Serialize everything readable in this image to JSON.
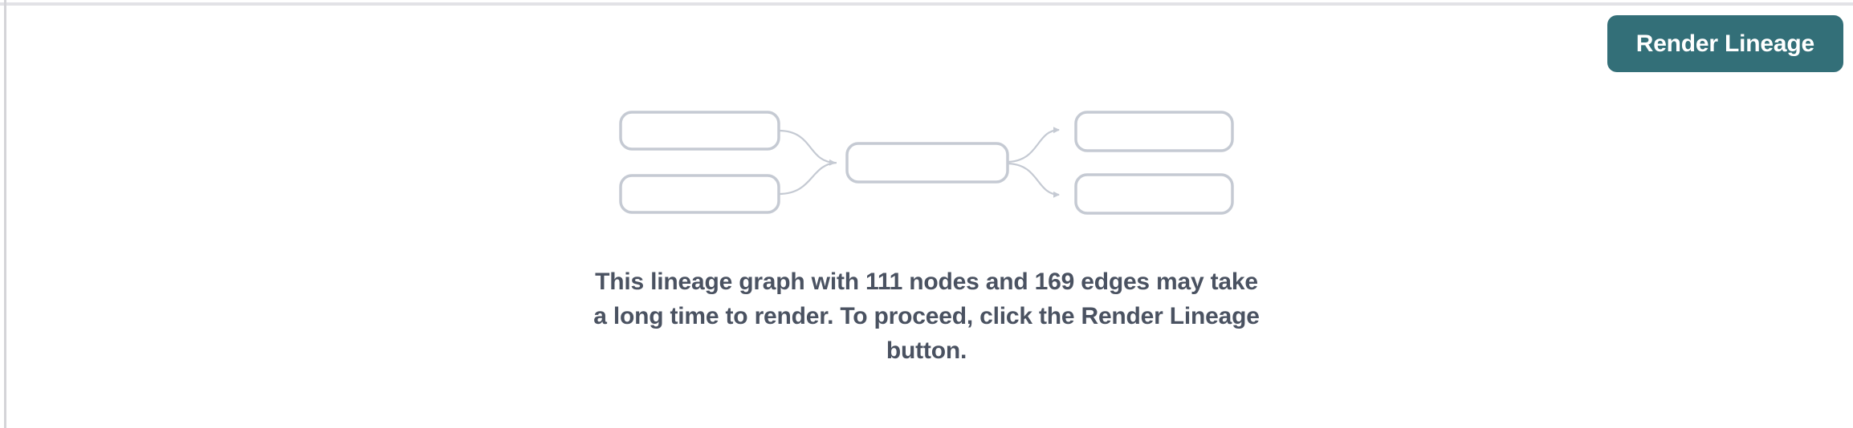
{
  "page": {
    "background": "#ffffff",
    "top_divider_color": "#e2e2e6",
    "left_divider_color": "#d4d4d8"
  },
  "toolbar": {
    "render_lineage_label": "Render Lineage",
    "button_bg": "#336f78",
    "button_text_color": "#ffffff"
  },
  "empty_state": {
    "node_count": "111",
    "edge_count": "169",
    "message_lines": {
      "0": "This lineage graph with 111 nodes and 169 edges may take",
      "1": "a long time to render. To proceed, click the Render Lineage",
      "2": "button."
    },
    "message_color": "#4a5261",
    "illustration": {
      "name": "lineage-graph-placeholder",
      "box_count": 5,
      "arrow_count": 4,
      "box_border_color": "#c5cad3",
      "arrow_color": "#c5cad3",
      "box_fill": "#ffffff"
    }
  }
}
